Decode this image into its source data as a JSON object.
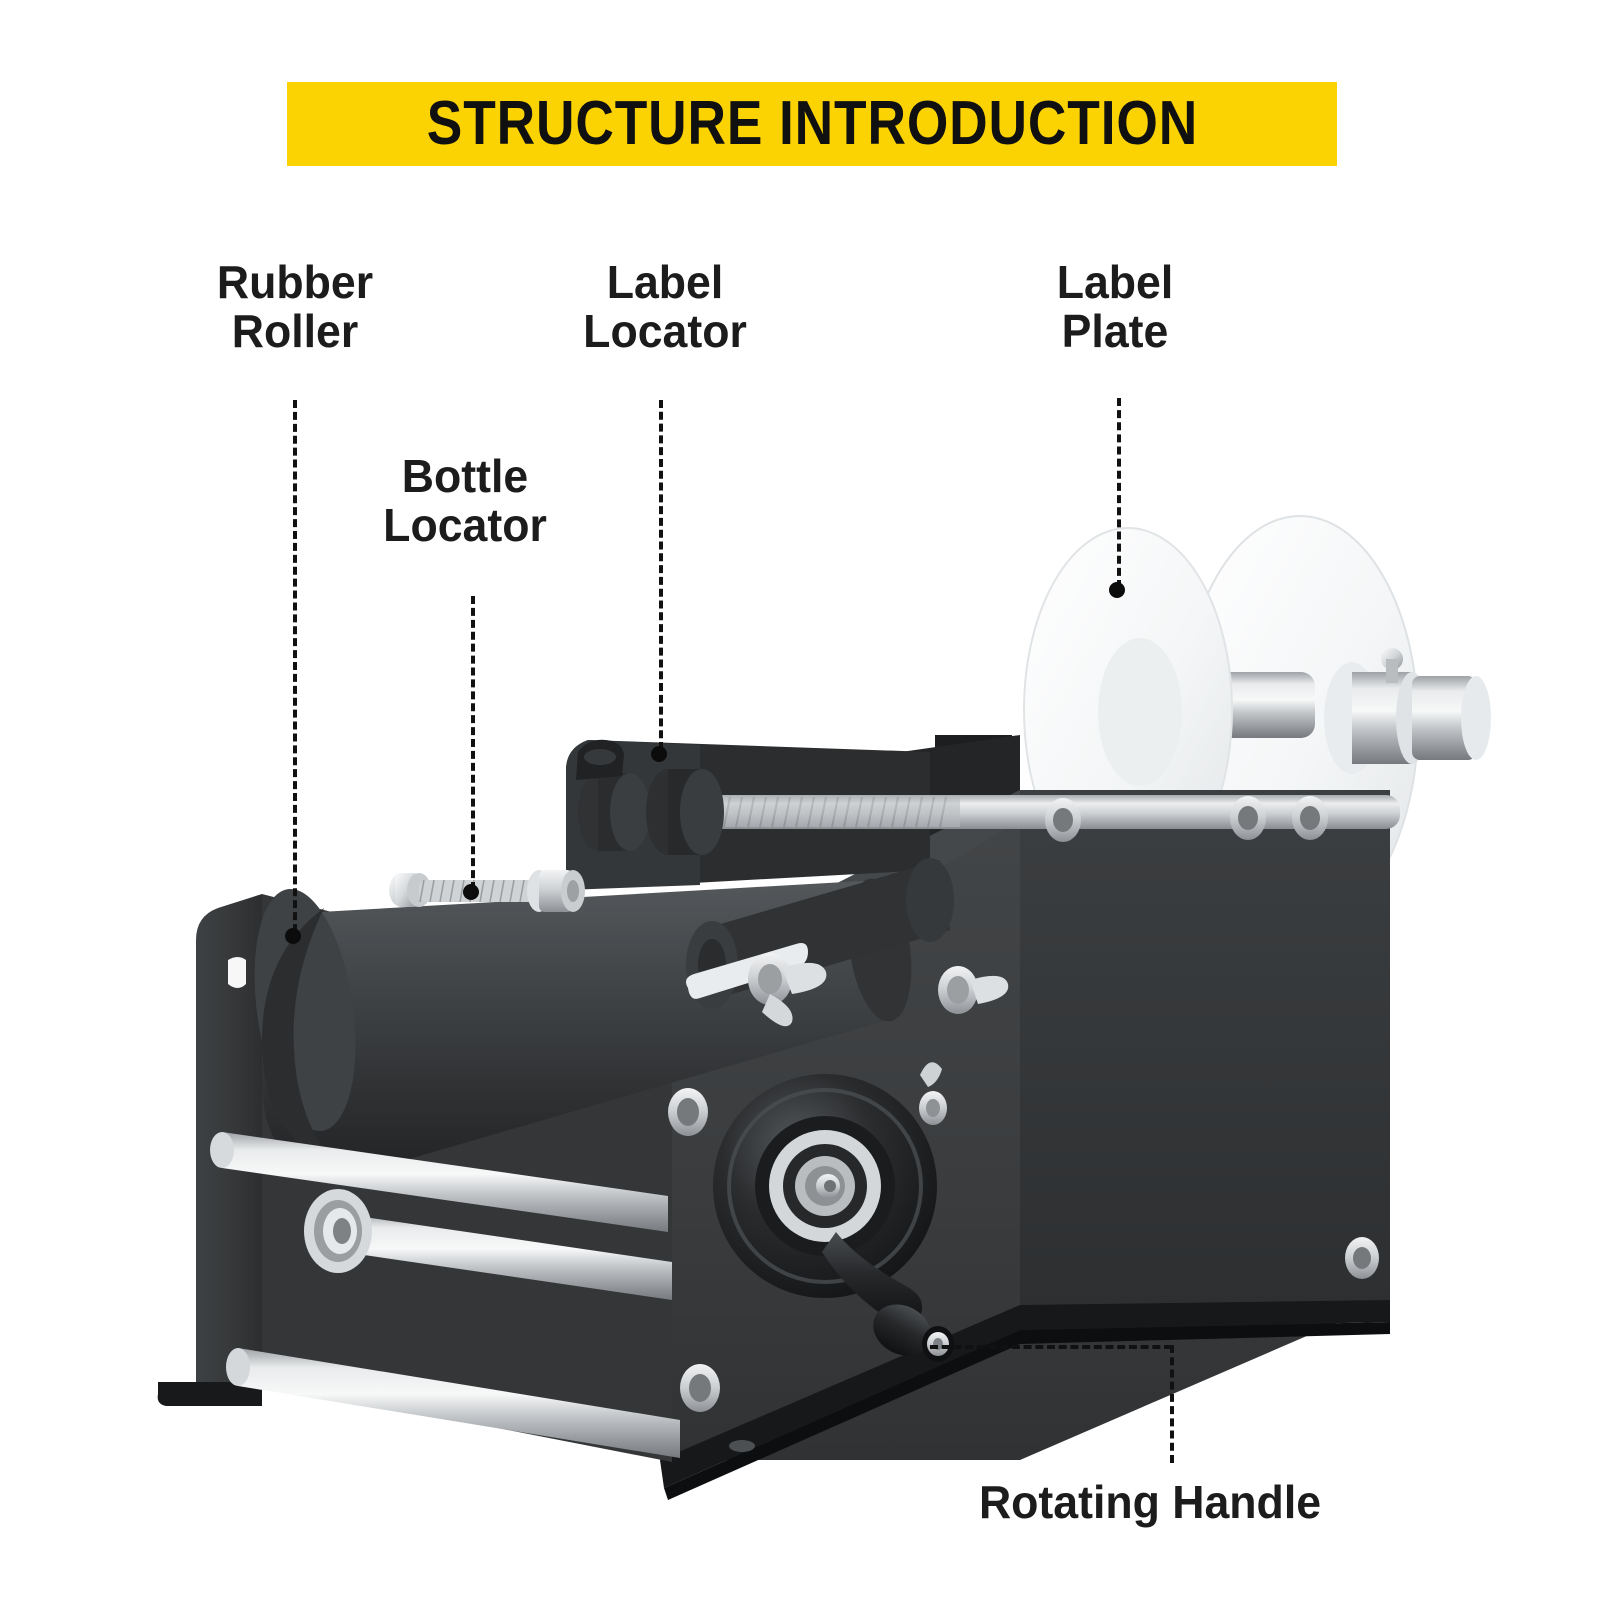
{
  "banner": {
    "title": "STRUCTURE INTRODUCTION",
    "background_color": "#FBD303",
    "text_color": "#101010"
  },
  "diagram": {
    "subject": "bottle labeling machine",
    "background_color": "#FFFFFF",
    "leader_line_color": "#111111",
    "callouts": [
      {
        "id": "rubber-roller",
        "label": "Rubber\nRoller"
      },
      {
        "id": "bottle-locator",
        "label": "Bottle\nLocator"
      },
      {
        "id": "label-locator",
        "label": "Label\nLocator"
      },
      {
        "id": "label-plate",
        "label": "Label\nPlate"
      },
      {
        "id": "rotating-handle",
        "label": "Rotating Handle"
      }
    ],
    "parts": {
      "body_color": "#3a3c3e",
      "panel_dark_color": "#2e3032",
      "roller_color": "#3b3d40",
      "chrome_color": "#c9ccce",
      "label_plate_color": "#f2f4f5"
    }
  }
}
